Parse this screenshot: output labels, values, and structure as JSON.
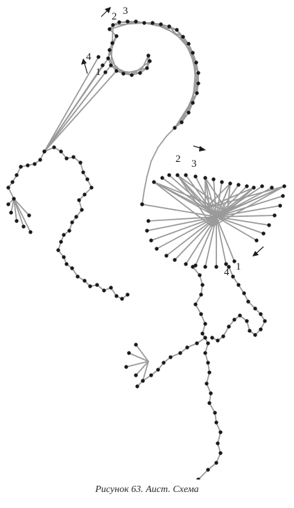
{
  "figure": {
    "caption": "Рисунок 63. Аист. Схема",
    "labels": {
      "head_1": "1",
      "head_2": "2",
      "head_3": "3",
      "head_4": "4",
      "wing_1": "1",
      "wing_2": "2",
      "wing_3": "3",
      "wing_4": "4"
    },
    "colors": {
      "thread": "#9a9a9a",
      "nail": "#1a1a1a",
      "background": "#ffffff"
    }
  }
}
